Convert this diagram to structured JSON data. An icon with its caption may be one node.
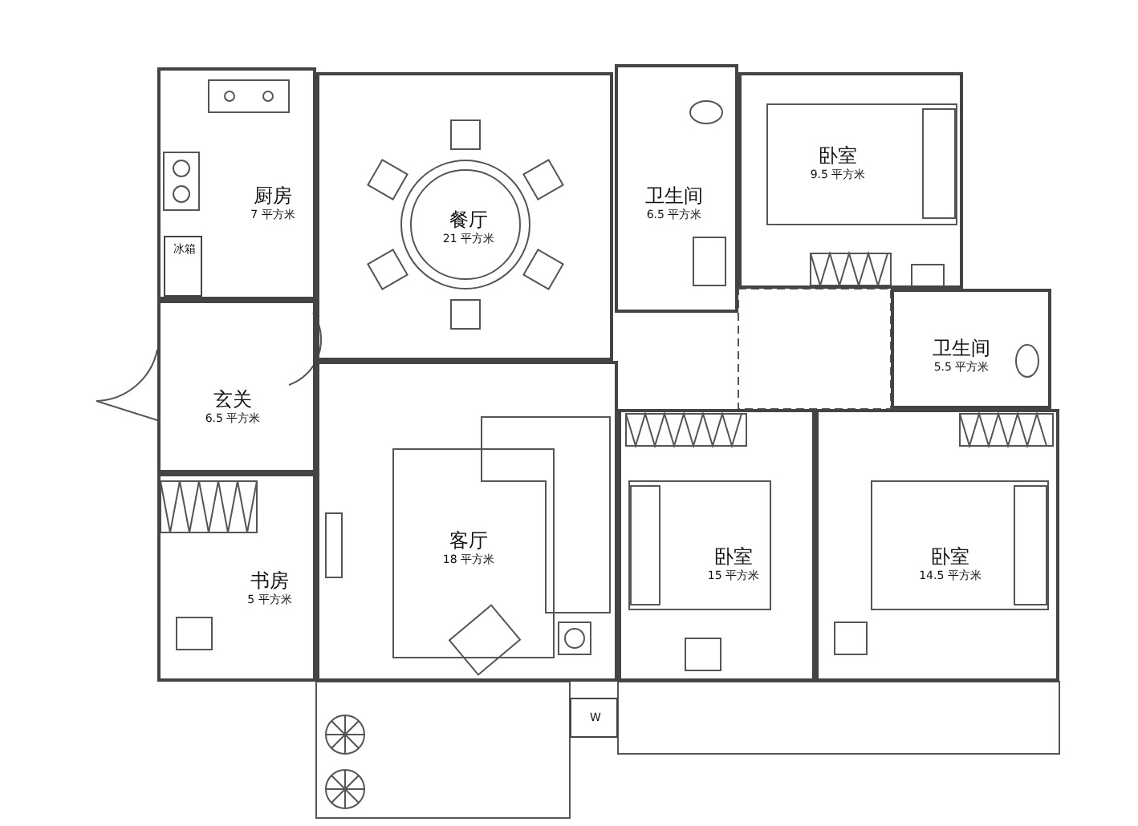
{
  "diagram": {
    "nodes": [
      {
        "text": [
          "厨房",
          "7 平方米"
        ]
      },
      {
        "text": [
          "冰箱"
        ],
        "in": 0
      },
      {
        "text": [
          "餐厅",
          "21 平方米"
        ]
      },
      {
        "text": [
          "卫生间",
          "6.5 平方米"
        ]
      },
      {
        "text": [
          "卧室",
          "9.5 平方米"
        ]
      },
      {
        "text": [
          "卫生间",
          "5.5 平方米"
        ]
      },
      {
        "text": [
          "玄关",
          "6.5 平方米"
        ]
      },
      {
        "text": [
          "客厅",
          "18 平方米"
        ]
      },
      {
        "text": [
          "书房",
          "5 平方米"
        ]
      },
      {
        "text": [
          "卧室",
          "15 平方米"
        ]
      },
      {
        "text": [
          "卧室",
          "14.5 平方米"
        ]
      },
      {
        "text": [
          "W"
        ]
      }
    ]
  }
}
